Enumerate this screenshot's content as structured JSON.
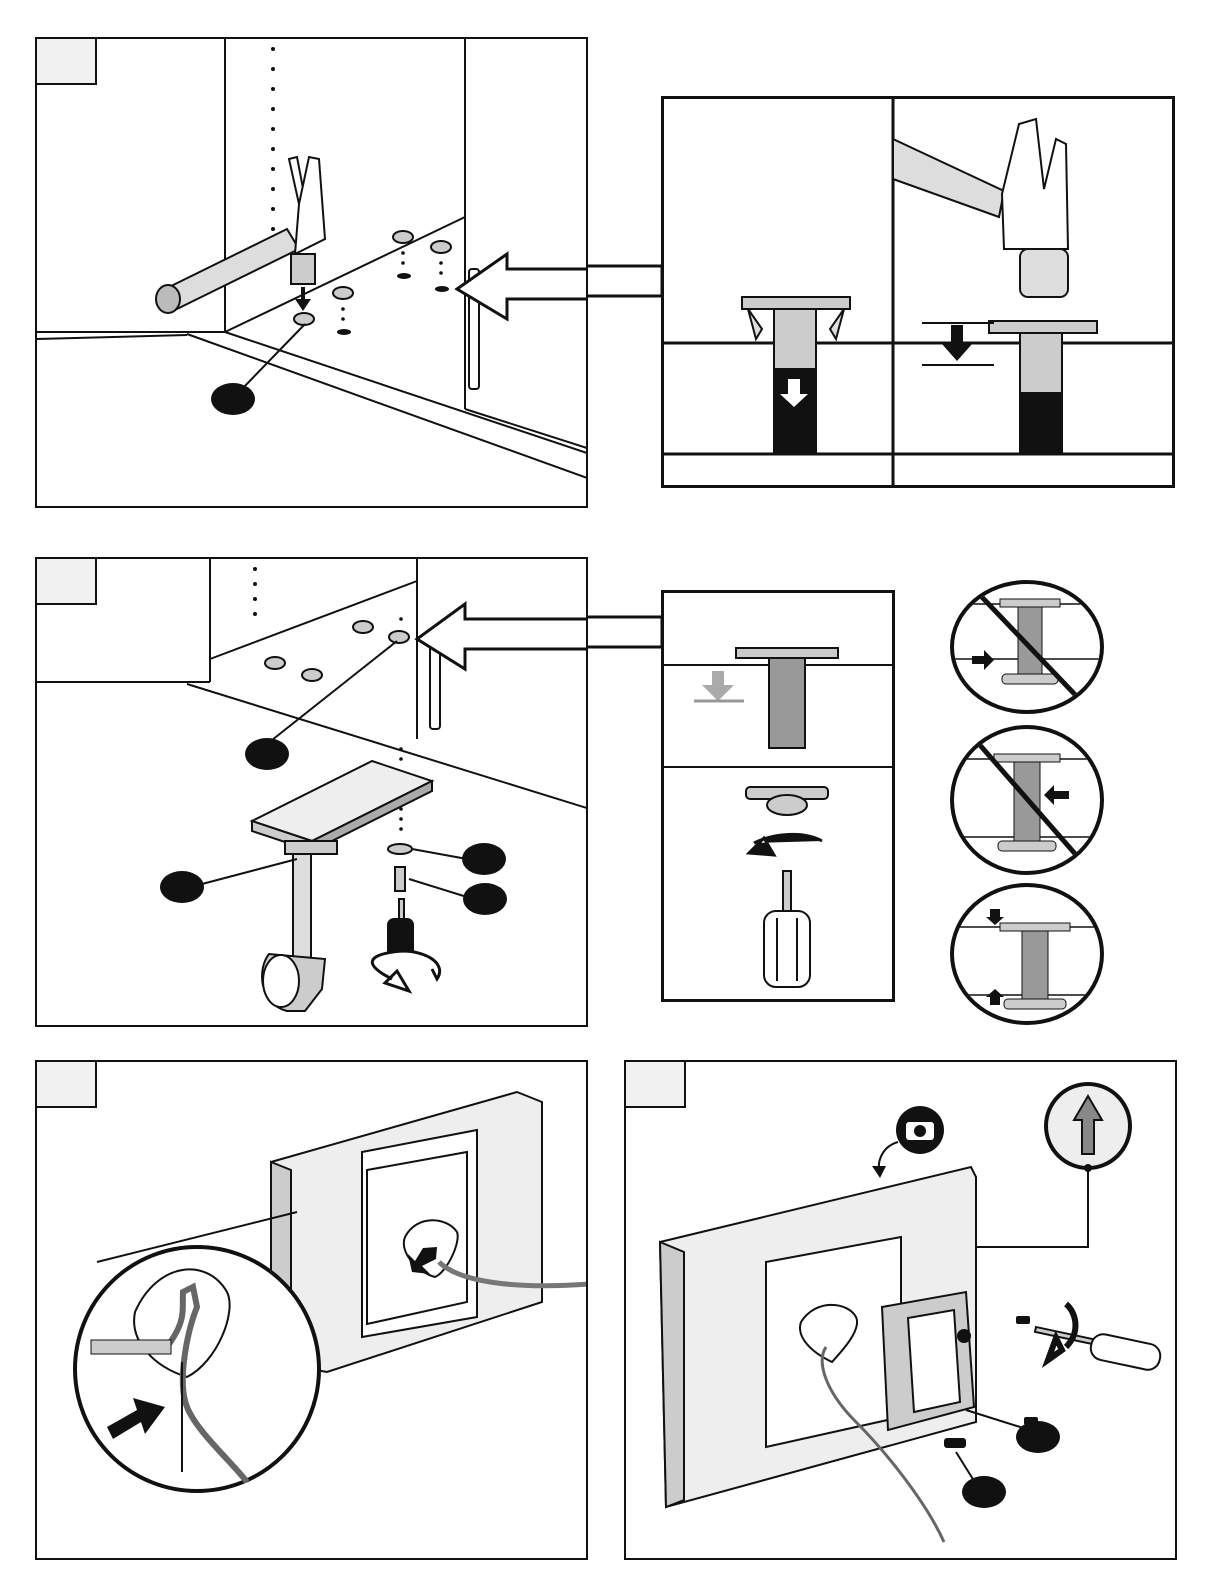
{
  "document": {
    "steps": [
      {
        "id": "step-1",
        "number": "",
        "callouts": [
          ""
        ]
      },
      {
        "id": "step-2",
        "number": "",
        "callouts": [
          "",
          "",
          "",
          ""
        ]
      },
      {
        "id": "step-3",
        "number": "",
        "callouts": []
      },
      {
        "id": "step-4",
        "number": "",
        "callouts": [
          "",
          ""
        ]
      }
    ],
    "icons": [
      "hammer-icon",
      "screwdriver-icon",
      "camera-icon",
      "up-arrow-icon",
      "rotate-arrow-icon",
      "prohibited-icon"
    ]
  }
}
